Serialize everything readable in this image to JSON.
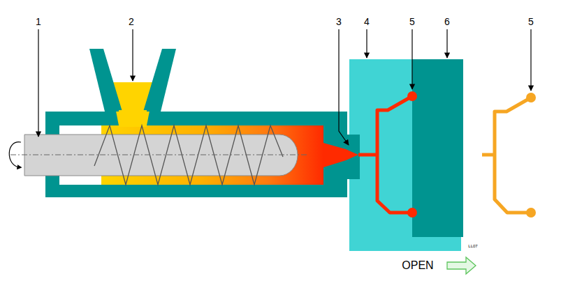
{
  "diagram": {
    "labels": [
      "1",
      "2",
      "3",
      "4",
      "5",
      "6",
      "5",
      "LL07",
      "OPEN"
    ]
  }
}
